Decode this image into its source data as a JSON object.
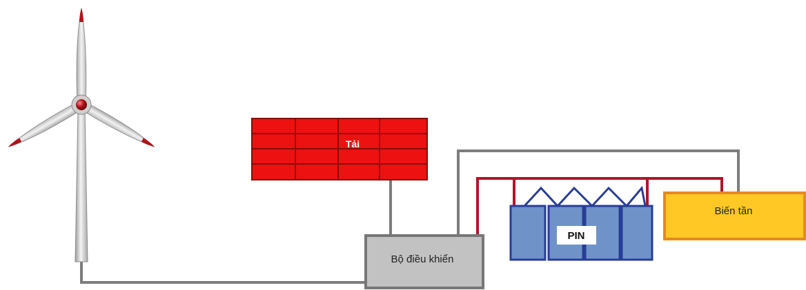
{
  "diagram": {
    "load_label": "Tải",
    "controller_label": "Bộ điều khiển",
    "battery_label": "PIN",
    "inverter_label": "Biến tần"
  },
  "colors": {
    "load_fill": "#ee1111",
    "load_grid": "#8a0a0a",
    "wire_gray": "#7d7d7d",
    "wire_red": "#b3132a",
    "battery_fill": "#6f93c9",
    "battery_stroke": "#283d95",
    "inverter_fill": "#ffc825",
    "inverter_stroke": "#e58a1d",
    "controller_fill": "#c2c2c2",
    "controller_stroke": "#777777",
    "turbine_tip": "#b0141b",
    "turbine_hub": "#a3121a"
  }
}
